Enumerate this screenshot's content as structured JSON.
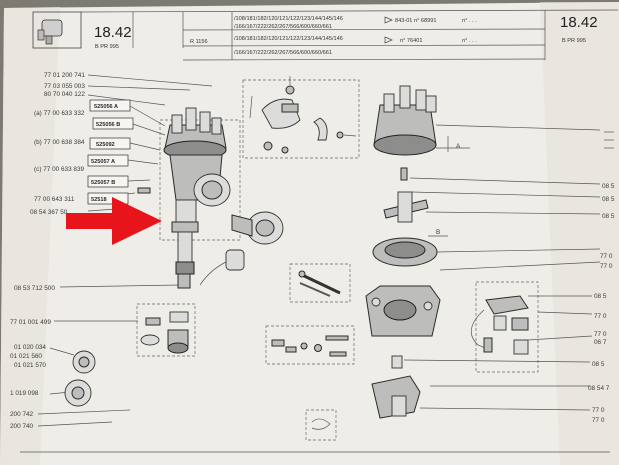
{
  "header": {
    "page_left": "18.42",
    "page_right": "18.42",
    "sub_left": "B     PR 995",
    "sub_right": "B     PR 995",
    "ref_code": "R 1156",
    "model_line_1": "/108/181/182/120/121/122/123/144/145/146",
    "model_line_2": "/166/167/222/262/267/566/600/660/661",
    "model_line_3": "/108/181/182/120/121/122/123/144/145/146",
    "model_line_4": "/166/167/222/262/267/566/600/660/661",
    "serial_1": "843-01 n° 68991",
    "serial_2": "n° 76401",
    "serial_tail_1": "n° . . .",
    "serial_tail_2": "n° . . ."
  },
  "left_refs": [
    "77 01 200 741",
    "77 03 055 003",
    "80 70 040 122",
    "(a) 77 00 633 332",
    "(b) 77 00 638 384",
    "(c) 77 00 633 839",
    "77 00 643 311",
    "08 54 367 50",
    "08 53 712 500",
    "77 01 001 499",
    "01 020 034",
    "01 021 560",
    "01 021 570",
    "1 019 098",
    "200 742",
    "200 740"
  ],
  "boxed_refs": [
    "525056 A",
    "525056 B",
    "525092",
    "525057 A",
    "525057 B",
    "52518"
  ],
  "right_refs": [
    "08 5",
    "08 5",
    "08 5",
    "77 0",
    "77 0",
    "08 5",
    "77 0",
    "77 0",
    "06 7",
    "08 5",
    "08 54 7",
    "77 0",
    "77 0"
  ],
  "callouts": {
    "a": "A",
    "b": "B"
  },
  "colors": {
    "paper": "#f1efea",
    "arrow": "#e8141b",
    "background": "#7d7a72"
  }
}
